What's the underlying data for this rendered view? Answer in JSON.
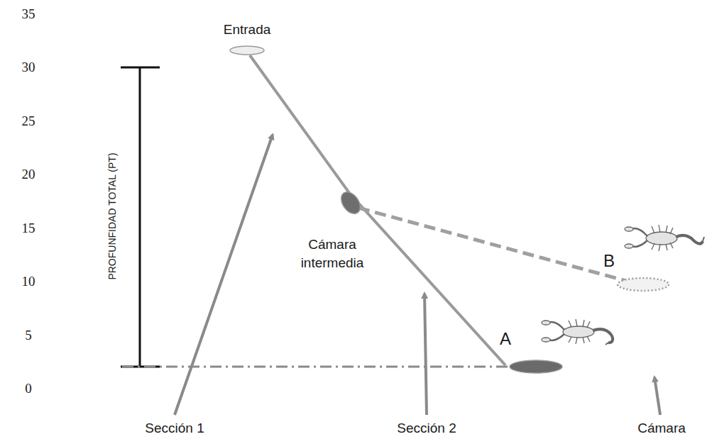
{
  "diagram": {
    "labels": [
      "35",
      "30",
      "25",
      "20",
      "15",
      "10",
      "5",
      "0",
      "Entrada",
      "PROFUNFIDAD TOTAL (PT)",
      "Cámara intermedia",
      "B",
      "A",
      "Sección 1",
      "Sección 2",
      "Cámara"
    ]
  }
}
